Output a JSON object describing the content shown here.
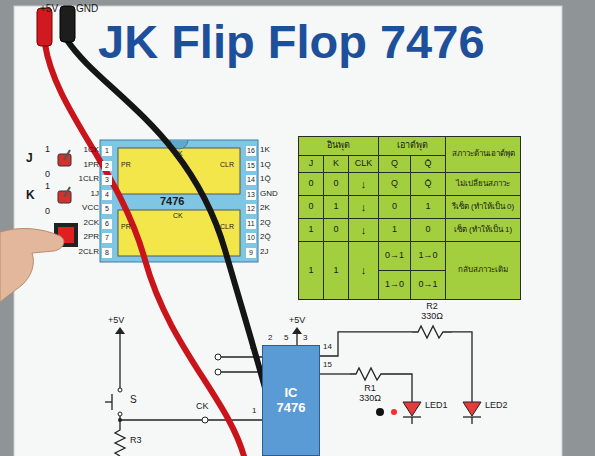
{
  "diagram": {
    "title": "JK Flip Flop 7476",
    "nodes": [
      {
        "text": [
          "IC 7476"
        ]
      },
      {
        "text": [
          "R1",
          "330Ω"
        ]
      },
      {
        "text": [
          "R2",
          "330Ω"
        ]
      },
      {
        "text": [
          "LED1"
        ]
      },
      {
        "text": [
          "LED2"
        ]
      }
    ],
    "edges": [
      {
        "from": 0,
        "to": 1,
        "arrow": "none"
      },
      {
        "from": 1,
        "to": 3,
        "arrow": "none"
      },
      {
        "from": 0,
        "to": 2,
        "arrow": "none"
      },
      {
        "from": 2,
        "to": 4,
        "arrow": "none"
      }
    ],
    "labels": [
      "+5V",
      "GND",
      "J",
      "1",
      "0",
      "K",
      "1",
      "0",
      "1CK",
      "1PR",
      "1CLR",
      "1J",
      "VCC",
      "2CK",
      "2PR",
      "2CLR",
      "1",
      "2",
      "3",
      "4",
      "5",
      "6",
      "7",
      "8",
      "16",
      "15",
      "14",
      "13",
      "12",
      "11",
      "10",
      "9",
      "1K",
      "1Q",
      "1Q̄",
      "GND",
      "2K",
      "2Q",
      "2Q̄",
      "2J",
      "7476",
      "CK",
      "PR",
      "CLR",
      "CK",
      "PR",
      "CLR",
      "อินพุต",
      "เอาต์พุต",
      "สภาวะด้านเอาต์พุต",
      "J",
      "K",
      "CLK",
      "Q",
      "Q̄",
      "0",
      "0",
      "↓",
      "Q",
      "Q̄",
      "ไม่เปลี่ยนสภาวะ",
      "0",
      "1",
      "↓",
      "0",
      "1",
      "รีเซ็ต (ทำให้เป็น 0)",
      "1",
      "0",
      "↓",
      "1",
      "0",
      "เซ็ต (ทำให้เป็น 1)",
      "1",
      "1",
      "↓",
      "0→1",
      "1→0",
      "1→0",
      "0→1",
      "กลับสภาวะเดิม",
      "+5V",
      "+5V",
      "4",
      "2",
      "5",
      "3",
      "14",
      "15",
      "1",
      "S",
      "CK",
      "R3"
    ]
  }
}
